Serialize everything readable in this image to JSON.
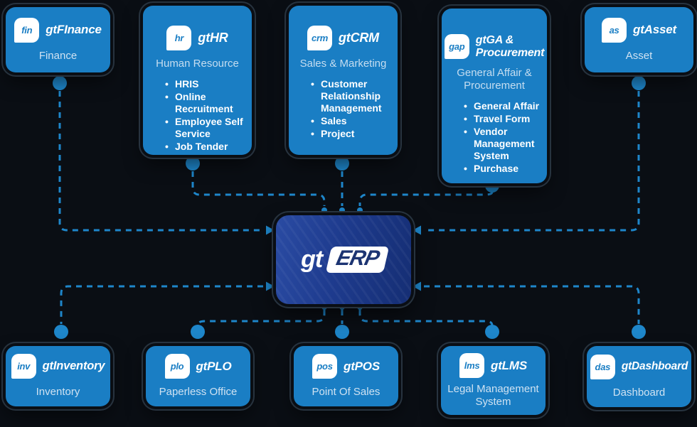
{
  "colors": {
    "background": "#0a0e14",
    "module_blue": "#1a7ec4",
    "connector_blue": "#1e86ca",
    "erp_navy_light": "#2a4ba3",
    "erp_navy_dark": "#152e74",
    "erp_badge_text": "#1c3472",
    "label_light": "#cfe2f2",
    "white": "#ffffff"
  },
  "center": {
    "logo_prefix": "gt",
    "logo_main": "ERP"
  },
  "modules": [
    {
      "id": "finance",
      "icon": "fin",
      "title": "gtFInance",
      "label": "Finance"
    },
    {
      "id": "hr",
      "icon": "hr",
      "title": "gtHR",
      "subtitle": "Human Resource",
      "bullets": [
        "HRIS",
        "Online Recruitment",
        "Employee Self Service",
        "Job Tender"
      ]
    },
    {
      "id": "crm",
      "icon": "crm",
      "title": "gtCRM",
      "subtitle": "Sales & Marketing",
      "bullets": [
        "Customer Relationship Management",
        "Sales",
        "Project"
      ]
    },
    {
      "id": "ga",
      "icon": "gap",
      "title": "gtGA & Procurement",
      "subtitle": "General Affair & Procurement",
      "bullets": [
        "General Affair",
        "Travel Form",
        "Vendor Management System",
        "Purchase"
      ]
    },
    {
      "id": "asset",
      "icon": "as",
      "title": "gtAsset",
      "label": "Asset"
    },
    {
      "id": "inventory",
      "icon": "inv",
      "title": "gtInventory",
      "label": "Inventory"
    },
    {
      "id": "plo",
      "icon": "plo",
      "title": "gtPLO",
      "label": "Paperless Office"
    },
    {
      "id": "pos",
      "icon": "pos",
      "title": "gtPOS",
      "label": "Point Of Sales"
    },
    {
      "id": "lms",
      "icon": "lms",
      "title": "gtLMS",
      "label": "Legal Management System"
    },
    {
      "id": "dashboard",
      "icon": "das",
      "title": "gtDashboard",
      "label": "Dashboard"
    }
  ]
}
